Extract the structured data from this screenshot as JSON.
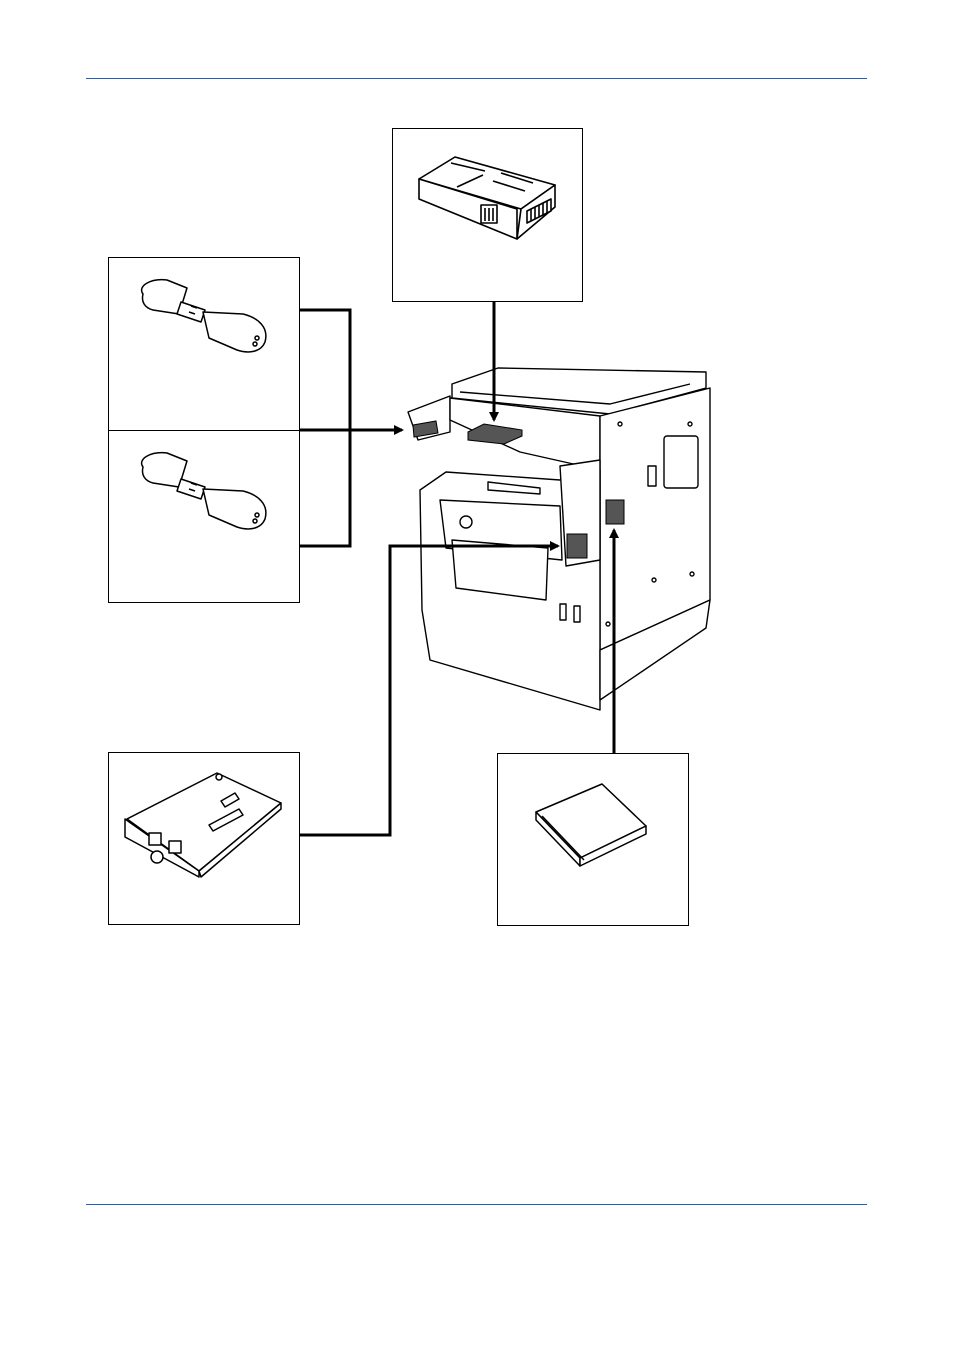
{
  "page": {
    "rule_color": "#1f5fbf",
    "connector_color": "#000000",
    "highlight_color": "#555555"
  },
  "diagram": {
    "components": [
      {
        "id": "document-processor-option",
        "icon": "fax-kit-icon"
      },
      {
        "id": "usb-key-upper",
        "icon": "usb-key-icon"
      },
      {
        "id": "usb-key-lower",
        "icon": "usb-key-icon"
      },
      {
        "id": "network-interface-card",
        "icon": "interface-card-icon"
      },
      {
        "id": "compact-flash-card",
        "icon": "memory-card-icon"
      },
      {
        "id": "printer-main-unit",
        "icon": "printer-icon"
      }
    ]
  }
}
